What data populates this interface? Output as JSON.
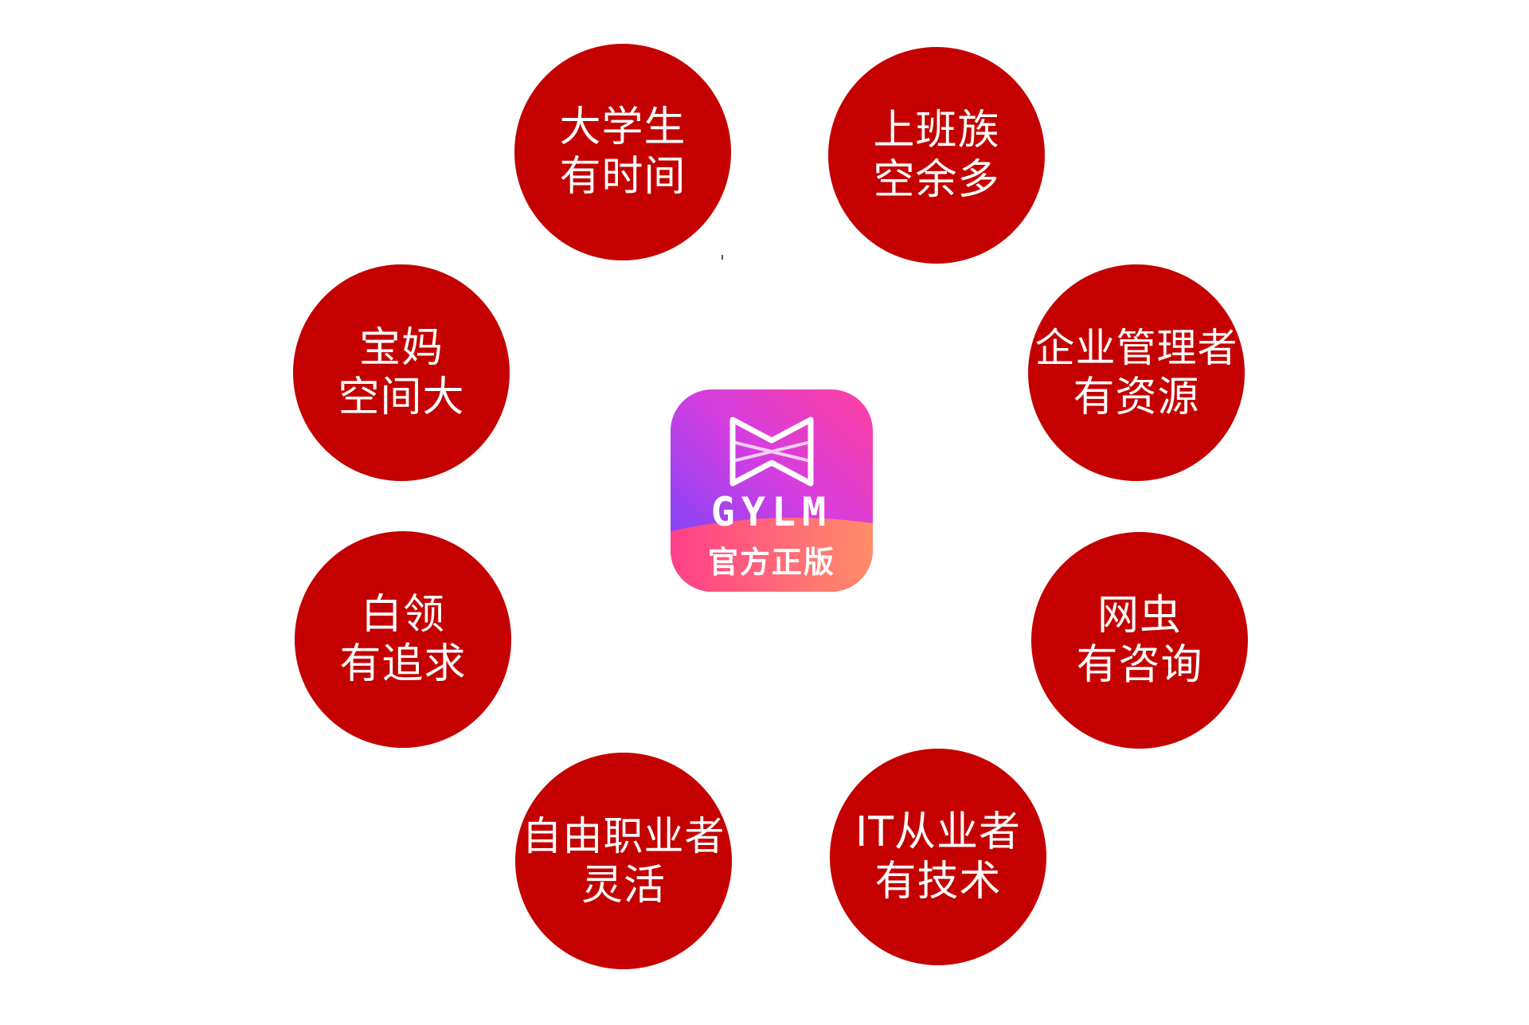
{
  "center": {
    "brand": "GYLM",
    "badge": "官方正版",
    "icon": "bowtie-x-logo-icon"
  },
  "bubbles": [
    {
      "line1": "大学生",
      "line2": "有时间"
    },
    {
      "line1": "上班族",
      "line2": "空余多"
    },
    {
      "line1": "宝妈",
      "line2": "空间大"
    },
    {
      "line1": "企业管理者",
      "line2": "有资源"
    },
    {
      "line1": "白领",
      "line2": "有追求"
    },
    {
      "line1": "网虫",
      "line2": "有咨询"
    },
    {
      "line1": "自由职业者",
      "line2": "灵活"
    },
    {
      "line1": "IT从业者",
      "line2": "有技术"
    }
  ],
  "colors": {
    "bubble": "#c40000",
    "bubble_text": "#ffffff",
    "icon_gradient_start": "#ff3fa0",
    "icon_gradient_end": "#6a46ff",
    "badge_band": "#ff5a80"
  }
}
